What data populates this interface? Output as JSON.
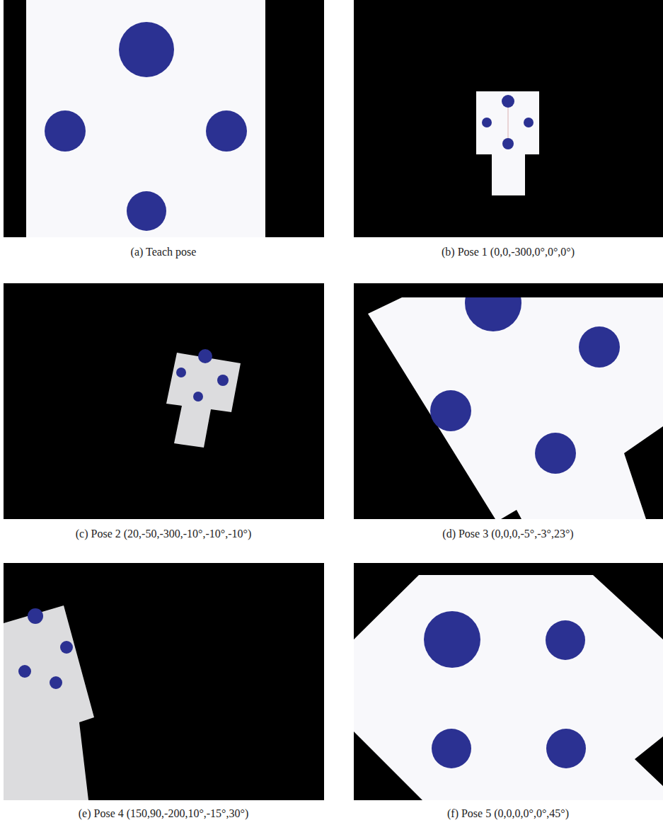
{
  "diagram": {
    "labels": [
      "(a) Teach pose",
      "(b) Pose 1 (0,0,-300,0°,0°,0°)",
      "(c) Pose 2 (20,-50,-300,-10°,-10°,-10°)",
      "(d) Pose 3 (0,0,0,-5°,-3°,23°)",
      "(e) Pose 4 (150,90,-200,10°,-15°,30°)",
      "(f) Pose 5 (0,0,0,0°,0°,45°)"
    ]
  }
}
